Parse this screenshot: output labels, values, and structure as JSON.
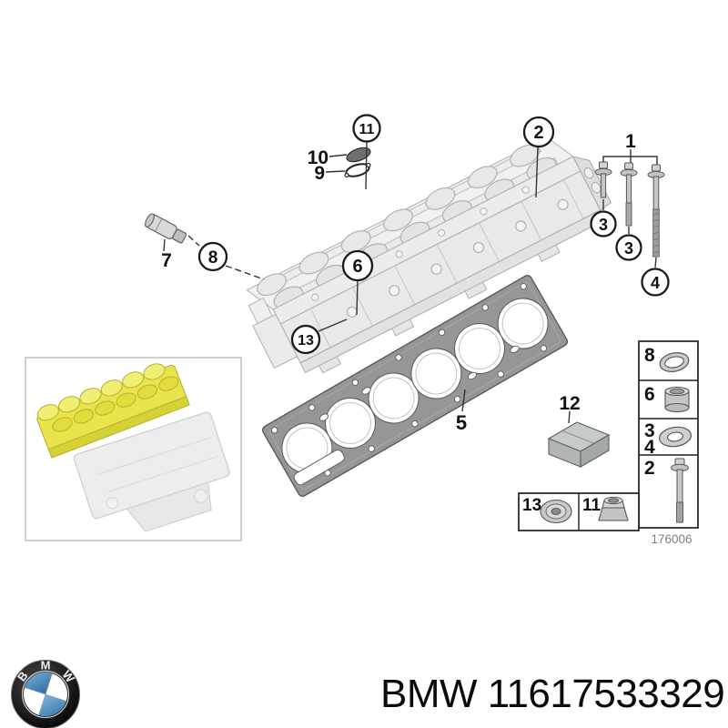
{
  "figure": {
    "drawing_number": "176006",
    "highlight_color": "#e9e44c",
    "callouts": {
      "c11": "11",
      "c2": "2",
      "c3a": "3",
      "c3b": "3",
      "c4": "4",
      "c8": "8",
      "c6": "6",
      "c13": "13",
      "p1": "1",
      "p10": "10",
      "p9": "9",
      "p7": "7",
      "p5": "5",
      "p12": "12"
    },
    "legend_column": [
      "8",
      "6",
      "3",
      "4",
      "2"
    ],
    "legend_bottom": [
      "13",
      "11"
    ]
  },
  "footer": {
    "logo_letters": [
      "B",
      "M",
      "W"
    ],
    "part_title": "BMW 11617533329",
    "logo_blue": "#4189c7"
  }
}
